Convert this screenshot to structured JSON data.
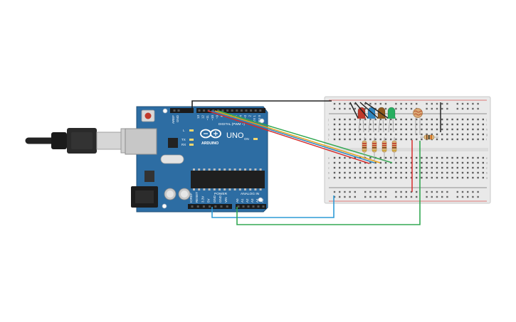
{
  "board": {
    "brand": "ARDUINO",
    "model": "UNO",
    "digital_label": "DIGITAL (PWM ~)",
    "power_label": "POWER",
    "analog_label": "ANALOG IN",
    "top_pins": [
      "AREF",
      "GND",
      "13",
      "12",
      "~11",
      "~10",
      "~9",
      "8",
      "7",
      "~6",
      "~5",
      "4",
      "~3",
      "2",
      "TX 1",
      "RX 0"
    ],
    "power_pins": [
      "IOREF",
      "RESET",
      "3.3V",
      "5V",
      "GND",
      "GND",
      "VIN"
    ],
    "analog_pins": [
      "A0",
      "A1",
      "A2",
      "A3",
      "A4",
      "A5"
    ],
    "led_labels": [
      "L",
      "TX",
      "RX"
    ],
    "on_label": "ON"
  },
  "breadboard": {
    "row_letters_top": [
      "j",
      "i",
      "h",
      "g",
      "f"
    ],
    "row_letters_bottom": [
      "e",
      "d",
      "c",
      "b",
      "a"
    ],
    "column_count": 30
  },
  "leds": [
    {
      "name": "red",
      "color": "#c0392b"
    },
    {
      "name": "blue",
      "color": "#2e86c1"
    },
    {
      "name": "brown",
      "color": "#8e5a1e"
    },
    {
      "name": "green",
      "color": "#27ae60"
    }
  ],
  "wires": [
    {
      "name": "gnd-black",
      "color": "#222222"
    },
    {
      "name": "pin13-red",
      "color": "#d62c2c"
    },
    {
      "name": "pin12-blue",
      "color": "#2e86c1"
    },
    {
      "name": "pin11-orange",
      "color": "#e8a317"
    },
    {
      "name": "pin10-green",
      "color": "#34a853"
    },
    {
      "name": "5v-blue",
      "color": "#2e9bd6"
    },
    {
      "name": "a0-green",
      "color": "#34a853"
    }
  ]
}
